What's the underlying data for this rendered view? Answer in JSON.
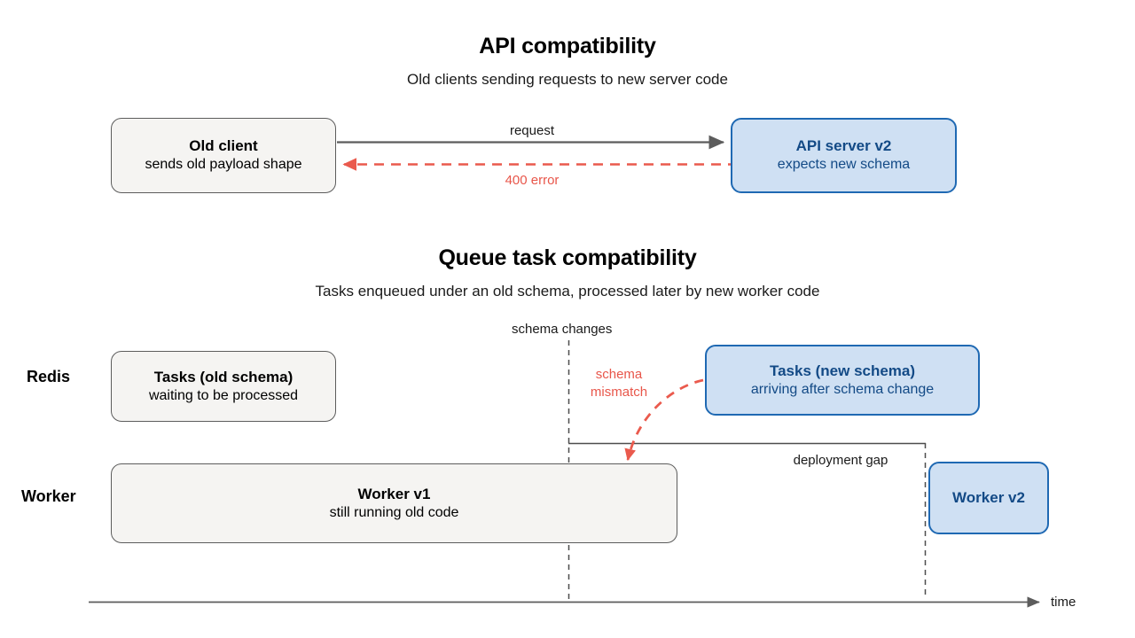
{
  "colors": {
    "red": "#e8564a",
    "gray_line": "#5c5c5c",
    "blue_border": "#1f69b3",
    "blue_fill": "#cfe0f3",
    "blue_text": "#134a86",
    "gray_fill": "#f5f4f2"
  },
  "section_api": {
    "title": "API compatibility",
    "subtitle": "Old clients sending requests to new server code",
    "old_client": {
      "title": "Old client",
      "subtitle": "sends old payload shape"
    },
    "api_server": {
      "title": "API server v2",
      "subtitle": "expects new schema"
    },
    "request_label": "request",
    "error_label": "400 error"
  },
  "section_queue": {
    "title": "Queue task compatibility",
    "subtitle": "Tasks enqueued under an old schema, processed later by new worker code",
    "lanes": [
      {
        "label": "Redis"
      },
      {
        "label": "Worker"
      }
    ],
    "tasks_old": {
      "title": "Tasks (old schema)",
      "subtitle": "waiting to be processed"
    },
    "tasks_new": {
      "title": "Tasks (new schema)",
      "subtitle": "arriving after schema change"
    },
    "worker_v1": {
      "title": "Worker v1",
      "subtitle": "still running old code"
    },
    "worker_v2": {
      "title": "Worker v2",
      "subtitle": ""
    },
    "schema_changes_label": "schema changes",
    "schema_mismatch_label_line1": "schema",
    "schema_mismatch_label_line2": "mismatch",
    "deployment_gap_label": "deployment gap",
    "time_axis_label": "time"
  }
}
